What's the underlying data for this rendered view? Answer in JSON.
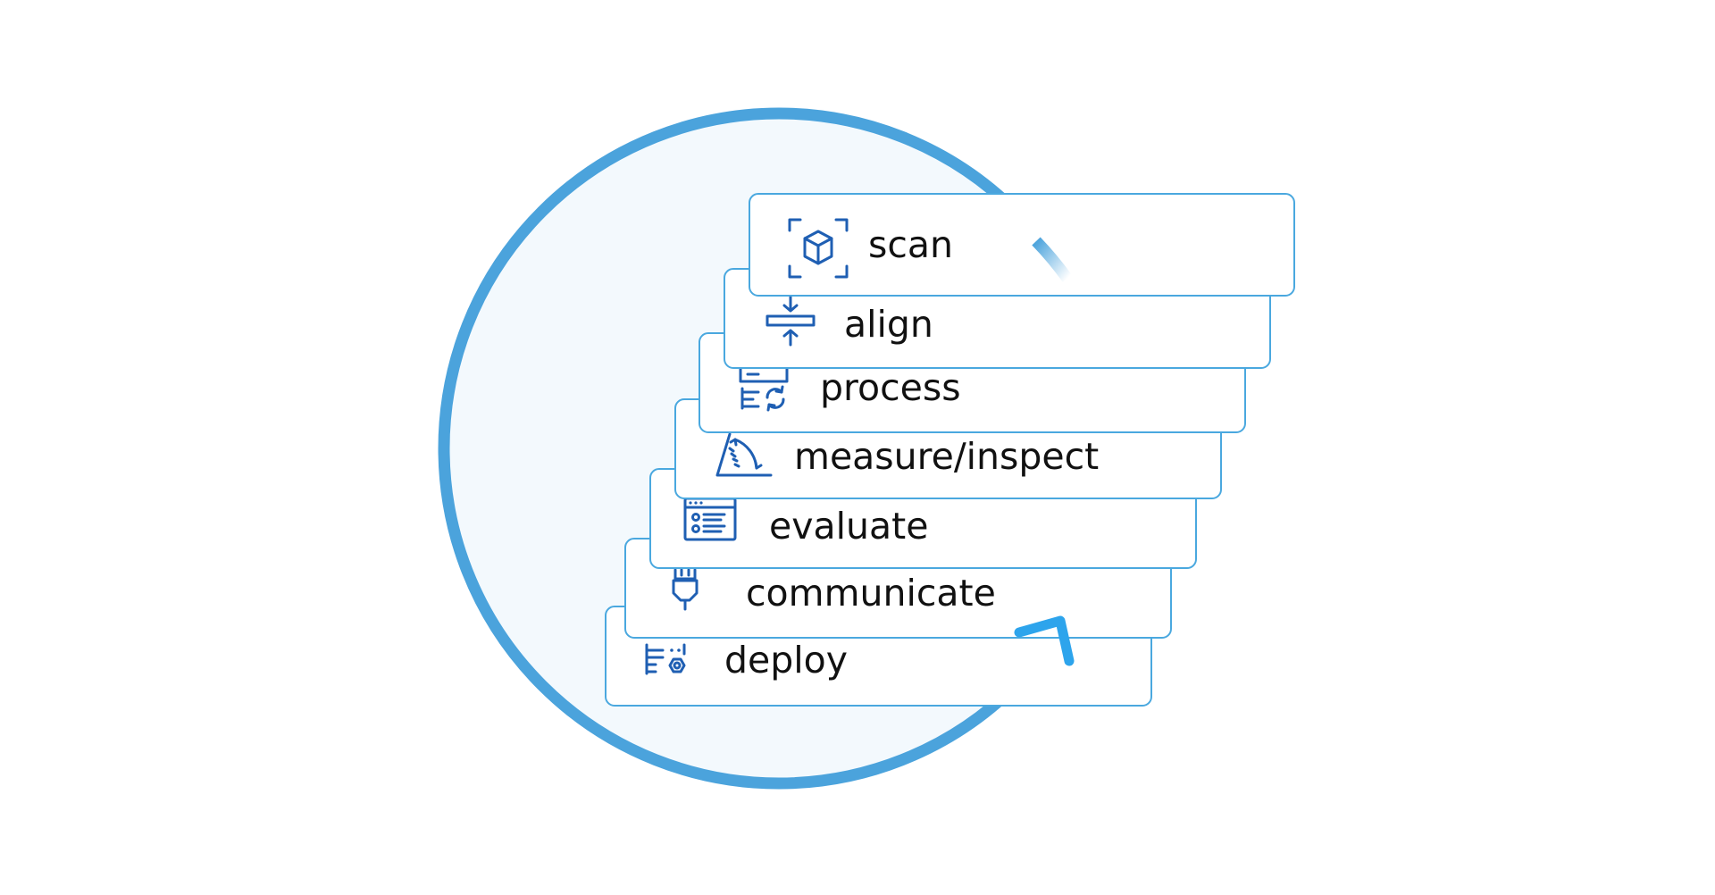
{
  "steps": [
    {
      "id": "scan",
      "label": "scan",
      "icon": "scan-cube-icon"
    },
    {
      "id": "align",
      "label": "align",
      "icon": "align-compress-icon"
    },
    {
      "id": "process",
      "label": "process",
      "icon": "process-refresh-icon"
    },
    {
      "id": "measure",
      "label": "measure/inspect",
      "icon": "protractor-measure-icon"
    },
    {
      "id": "evaluate",
      "label": "evaluate",
      "icon": "browser-checklist-icon"
    },
    {
      "id": "communicate",
      "label": "communicate",
      "icon": "plug-connector-icon"
    },
    {
      "id": "deploy",
      "label": "deploy",
      "icon": "server-gear-icon"
    }
  ],
  "colors": {
    "circle_stroke": "#4ba3dc",
    "circle_fill": "#f3f9fd",
    "card_border": "#4aa8df",
    "icon": "#1f5fb3",
    "arrow": "#2da4ec"
  }
}
